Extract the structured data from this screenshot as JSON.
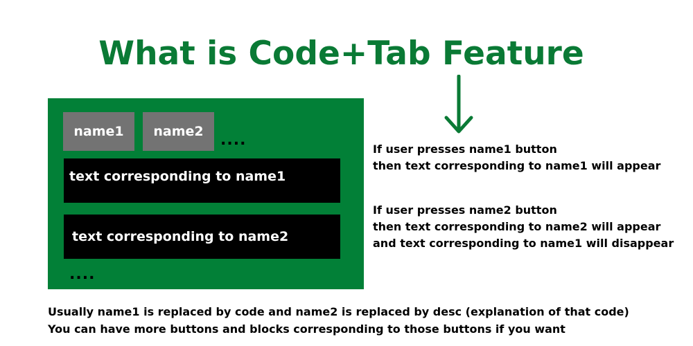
{
  "title": "What is Code+Tab Feature",
  "colors": {
    "title_green": "#0a7a35",
    "panel_green": "#028037",
    "tab_gray": "#737373",
    "block_black": "#000000"
  },
  "icons": {
    "arrow": "arrow-down-icon"
  },
  "panel": {
    "tabs": [
      {
        "label": "name1"
      },
      {
        "label": "name2"
      }
    ],
    "tabs_more": "....",
    "blocks": [
      {
        "text": "text corresponding to name1"
      },
      {
        "text": "text corresponding to name2"
      }
    ],
    "blocks_more": "...."
  },
  "explanations": [
    {
      "lines": [
        "If user presses name1 button",
        "then text corresponding to name1 will appear"
      ]
    },
    {
      "lines": [
        "If user presses name2 button",
        "then text corresponding to name2 will appear",
        "and text corresponding to name1 will disappear"
      ]
    }
  ],
  "footer": {
    "lines": [
      "Usually name1 is replaced by code and name2 is replaced by desc (explanation of that code)",
      "You can have more buttons and blocks corresponding to those buttons if you want"
    ]
  }
}
